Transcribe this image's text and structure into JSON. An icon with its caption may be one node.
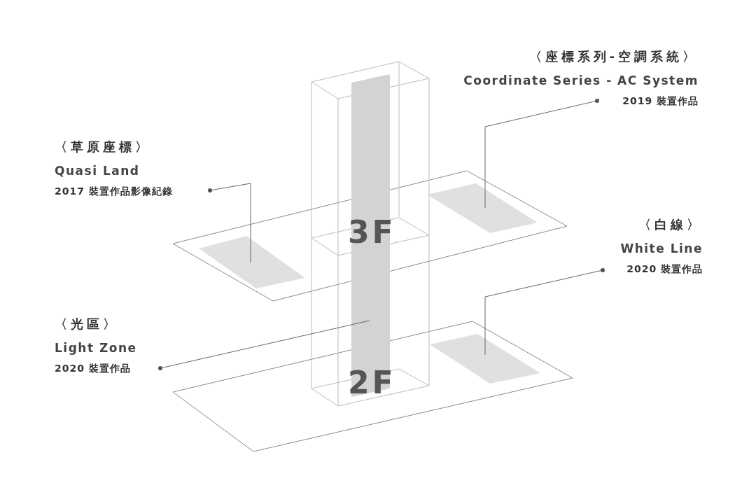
{
  "diagram": {
    "nodes": [
      {
        "text": [
          "〈草原座標〉",
          "Quasi Land",
          "2017 裝置作品影像紀錄"
        ]
      },
      {
        "text": [
          "〈座標系列-空調系統〉",
          "Coordinate Series - AC System",
          "2019 裝置作品"
        ]
      },
      {
        "text": [
          "〈白線〉",
          "White Line",
          "2020 裝置作品"
        ]
      },
      {
        "text": [
          "〈光區〉",
          "Light Zone",
          "2020 裝置作品"
        ]
      },
      {
        "text": [],
        "shape": "box"
      },
      {
        "text": [],
        "shape": "box"
      },
      {
        "text": [],
        "shape": "box"
      },
      {
        "text": [],
        "shape": "bar"
      }
    ],
    "edges": [
      {
        "from": 0,
        "to": 4,
        "arrow": "other"
      },
      {
        "from": 1,
        "to": 5,
        "arrow": "other"
      },
      {
        "from": 2,
        "to": 6,
        "arrow": "other"
      },
      {
        "from": 3,
        "to": 7,
        "arrow": "other"
      }
    ],
    "labels": [
      "3F",
      "2F"
    ]
  }
}
